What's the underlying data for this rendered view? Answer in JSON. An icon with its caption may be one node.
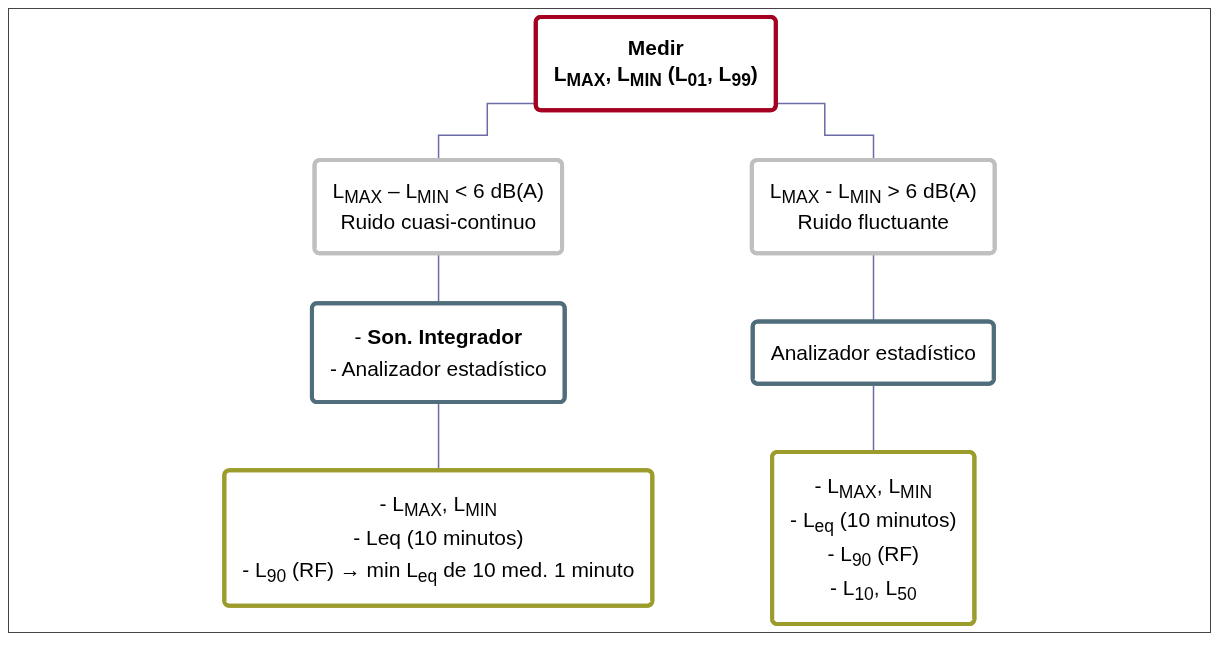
{
  "diagram": {
    "nodes": [
      {
        "text": [
          "Medir",
          "L$_{MAX}$, L$_{MIN}$ (L$_{01}$, L$_{99}$)"
        ]
      },
      {
        "text": [
          "L$_{MAX}$ – L$_{MIN}$ < 6 dB(A)",
          "Ruido cuasi-continuo"
        ]
      },
      {
        "text": [
          "L$_{MAX}$ - L$_{MIN}$ > 6 dB(A)",
          "Ruido fluctuante"
        ]
      },
      {
        "text": [
          "- **Son. Integrador**",
          "- Analizador estadístico"
        ]
      },
      {
        "text": [
          "Analizador estadístico"
        ]
      },
      {
        "text": [
          "- L$_{MAX}$, L$_{MIN}$",
          "- Leq (10 minutos)",
          "- L$_{90}$ (RF) → min L$_{eq}$ de 10 med. 1 minuto"
        ]
      },
      {
        "text": [
          "- L$_{MAX}$, L$_{MIN}$",
          "- L$_{eq}$ (10 minutos)",
          "- L$_{90}$ (RF)",
          "- L$_{10}$, L$_{50}$"
        ]
      }
    ],
    "edges": [
      {
        "from": 0,
        "to": 1,
        "arrow": "none"
      },
      {
        "from": 0,
        "to": 2,
        "arrow": "none"
      },
      {
        "from": 1,
        "to": 3,
        "arrow": "none"
      },
      {
        "from": 2,
        "to": 4,
        "arrow": "none"
      },
      {
        "from": 3,
        "to": 5,
        "arrow": "none"
      },
      {
        "from": 4,
        "to": 6,
        "arrow": "none"
      }
    ]
  }
}
